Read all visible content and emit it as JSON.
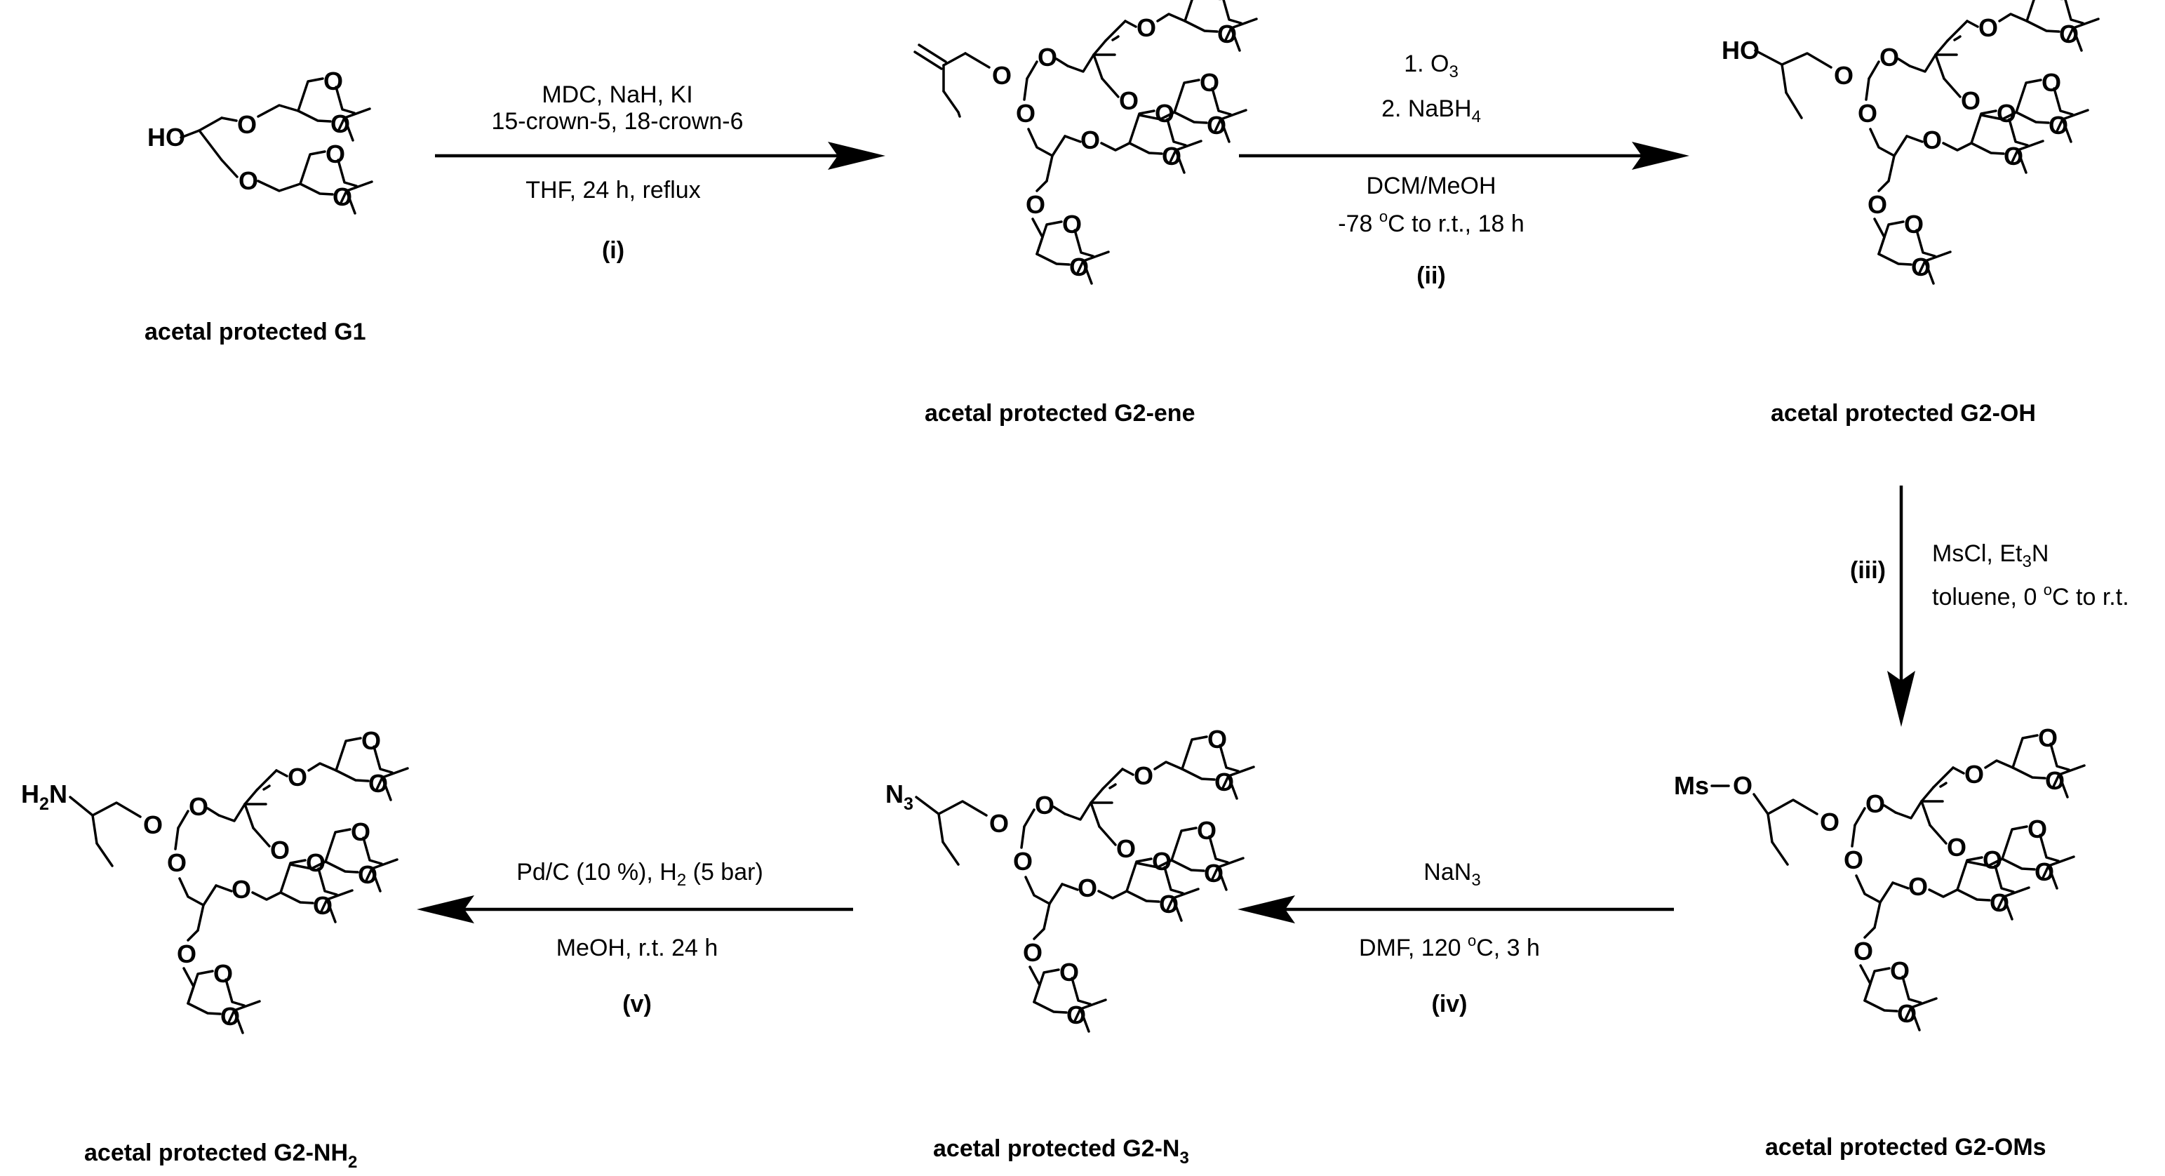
{
  "atoms": {
    "hydroxy": "HO",
    "oxygen": "O",
    "mesyl": "Ms",
    "azide_n": "N",
    "azide_sub": "3",
    "amine_h": "H",
    "amine_sub": "2",
    "amine_n": "N"
  },
  "compounds": [
    {
      "id": "g1",
      "label": "acetal protected G1"
    },
    {
      "id": "g2ene",
      "label": "acetal protected G2-ene"
    },
    {
      "id": "g2oh",
      "label": "acetal protected G2-OH"
    },
    {
      "id": "g2oms",
      "label": "acetal protected G2-OMs"
    },
    {
      "id": "g2n3",
      "label_main": "acetal protected G2-N",
      "label_sub": "3"
    },
    {
      "id": "g2nh2",
      "label_main": "acetal protected G2-NH",
      "label_sub": "2"
    }
  ],
  "steps": [
    {
      "id": "i",
      "label": "(i)",
      "line1": "MDC, NaH, KI",
      "line2": "15-crown-5, 18-crown-6",
      "line3": "THF, 24 h, reflux"
    },
    {
      "id": "ii",
      "label": "(ii)",
      "line1_main": "1. O",
      "line1_sub": "3",
      "line2_main": "2. NaBH",
      "line2_sub": "4",
      "line3": "DCM/MeOH",
      "line4_a": "-78 ",
      "line4_sup": "o",
      "line4_b": "C to r.t., 18 h"
    },
    {
      "id": "iii",
      "label": "(iii)",
      "line1_a": "MsCl, Et",
      "line1_sub": "3",
      "line1_b": "N",
      "line2_a": "toluene, 0 ",
      "line2_sup": "o",
      "line2_b": "C to r.t."
    },
    {
      "id": "iv",
      "label": "(iv)",
      "line1_main": "NaN",
      "line1_sub": "3",
      "line2_a": "DMF, 120  ",
      "line2_sup": "o",
      "line2_b": "C, 3 h"
    },
    {
      "id": "v",
      "label": "(v)",
      "line1_a": "Pd/C (10 %), H",
      "line1_sub": "2",
      "line1_b": " (5 bar)",
      "line2": "MeOH, r.t. 24 h"
    }
  ]
}
